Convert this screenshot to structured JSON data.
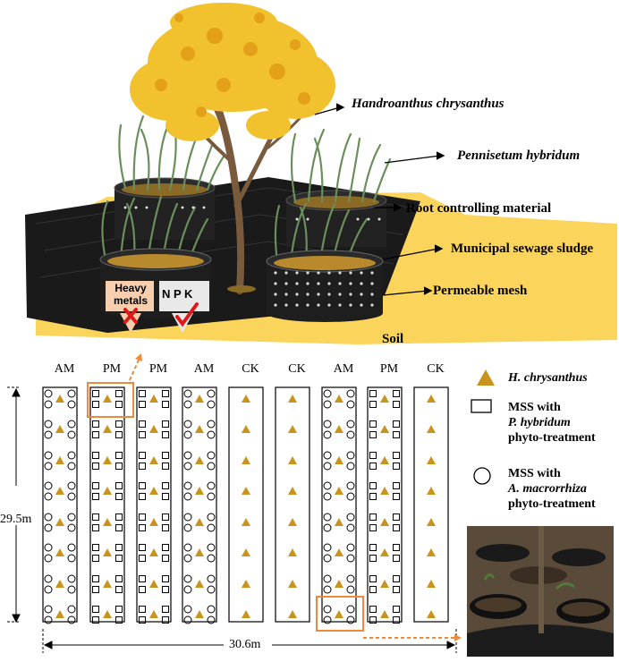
{
  "labels": {
    "tree": "Handroanthus chrysanthus",
    "grass": "Pennisetum hybridum",
    "root_control": "Root controlling material",
    "sludge": "Municipal sewage sludge",
    "mesh": "Permeable mesh",
    "soil": "Soil",
    "heavy_metals_1": "Heavy",
    "heavy_metals_2": "metals",
    "npk": "N P K"
  },
  "columns": [
    "AM",
    "PM",
    "PM",
    "AM",
    "CK",
    "CK",
    "AM",
    "PM",
    "CK"
  ],
  "legend": {
    "tri_label": "H. chrysanthus",
    "sq_line1": "MSS with",
    "sq_line2": "P. hybridum",
    "sq_line3": "phyto-treatment",
    "ci_line1": "MSS with",
    "ci_line2": "A. macrorrhiza",
    "ci_line3": "phyto-treatment"
  },
  "dimensions": {
    "height": "29.5m",
    "width": "30.6m"
  },
  "colors": {
    "tree_yellow": "#f2c12e",
    "marker_gold": "#c8941e",
    "highlight_orange": "#ef8a3a",
    "soil_yellow": "#fbd55b"
  }
}
